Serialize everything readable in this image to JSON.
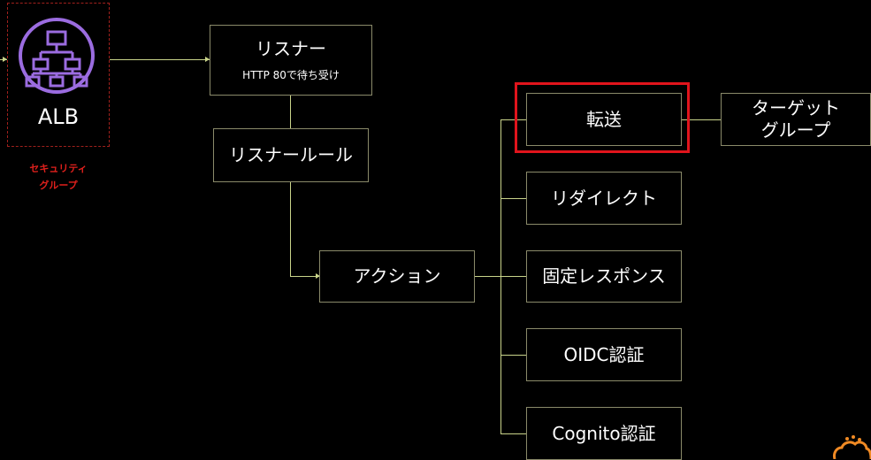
{
  "alb": {
    "label": "ALB",
    "security_group_label": "セキュリティ\nグループ",
    "colors": {
      "icon": "#9b6ce0",
      "security_group": "#e0201c"
    }
  },
  "listener": {
    "title": "リスナー",
    "subtitle": "HTTP 80で待ち受け"
  },
  "listener_rule": {
    "title": "リスナールール"
  },
  "action": {
    "title": "アクション"
  },
  "action_types": [
    {
      "title": "転送",
      "highlighted": true
    },
    {
      "title": "リダイレクト"
    },
    {
      "title": "固定レスポンス"
    },
    {
      "title": "OIDC認証"
    },
    {
      "title": "Cognito認証"
    }
  ],
  "target_group": {
    "title": "ターゲット\nグループ"
  },
  "colors": {
    "connector": "#c9d48a",
    "box_border": "#8a8a6a",
    "highlight": "#e0141c",
    "corner_logo": "#f08a24"
  }
}
